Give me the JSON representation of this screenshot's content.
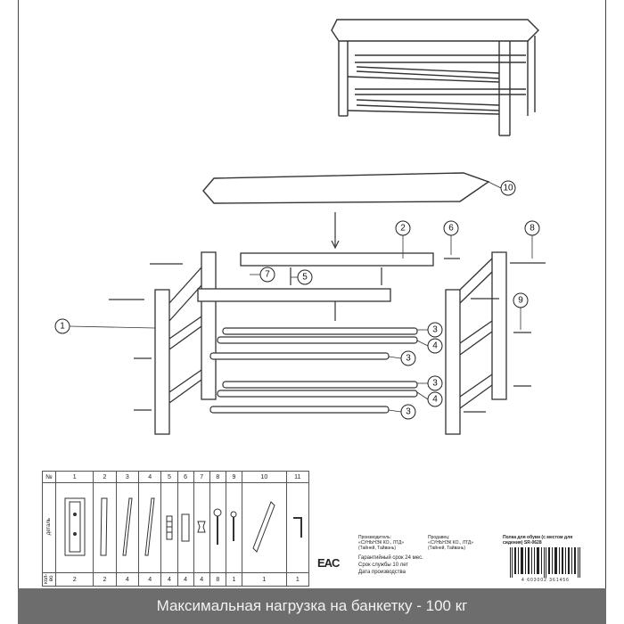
{
  "callouts": [
    "1",
    "2",
    "3",
    "4",
    "5",
    "6",
    "7",
    "8",
    "9",
    "10"
  ],
  "parts_table": {
    "no_header": "№",
    "part_label": "деталь",
    "qty_label": "кол-во",
    "numbers": [
      "1",
      "2",
      "3",
      "4",
      "5",
      "6",
      "7",
      "8",
      "9",
      "10",
      "11"
    ],
    "quantities": [
      "2",
      "2",
      "4",
      "4",
      "4",
      "4",
      "4",
      "8",
      "1",
      "1",
      "1"
    ]
  },
  "info": {
    "manufacturer_label": "Производитель:",
    "manufacturer": "«СУНЬНЭК КО., ЛТД» (Тайней, Тайвань)",
    "seller_label": "Продавец:",
    "seller": "«СУНЬНЭК КО., ЛТД» (Тайней, Тайвань)",
    "product": "Полка для обуви (с местом для сидения) SR-0628",
    "eac": "EAC",
    "warranty": "Гарантийный срок 24 мес.",
    "service_life": "Срок службы 10 лет",
    "production_date": "Дата производства",
    "barcode_number": "4 603002 361456"
  },
  "banner": "Максимальная нагрузка на банкетку - 100 кг"
}
